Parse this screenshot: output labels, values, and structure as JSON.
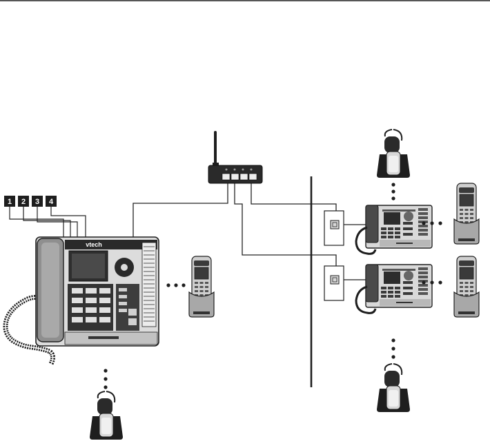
{
  "brand": "vtech",
  "line_ports": [
    "1",
    "2",
    "3",
    "4"
  ],
  "colors": {
    "ink": "#1e1e1e",
    "body": "#d9d9d9",
    "body_dark": "#8f8f8f",
    "screen": "#3a3a3a",
    "wire": "#222222"
  },
  "icons": {
    "router": "router-icon",
    "deskset": "desk-phone-icon",
    "handset": "cordless-handset-icon",
    "headset": "headset-icon",
    "wall_jack": "wall-jack-icon"
  }
}
